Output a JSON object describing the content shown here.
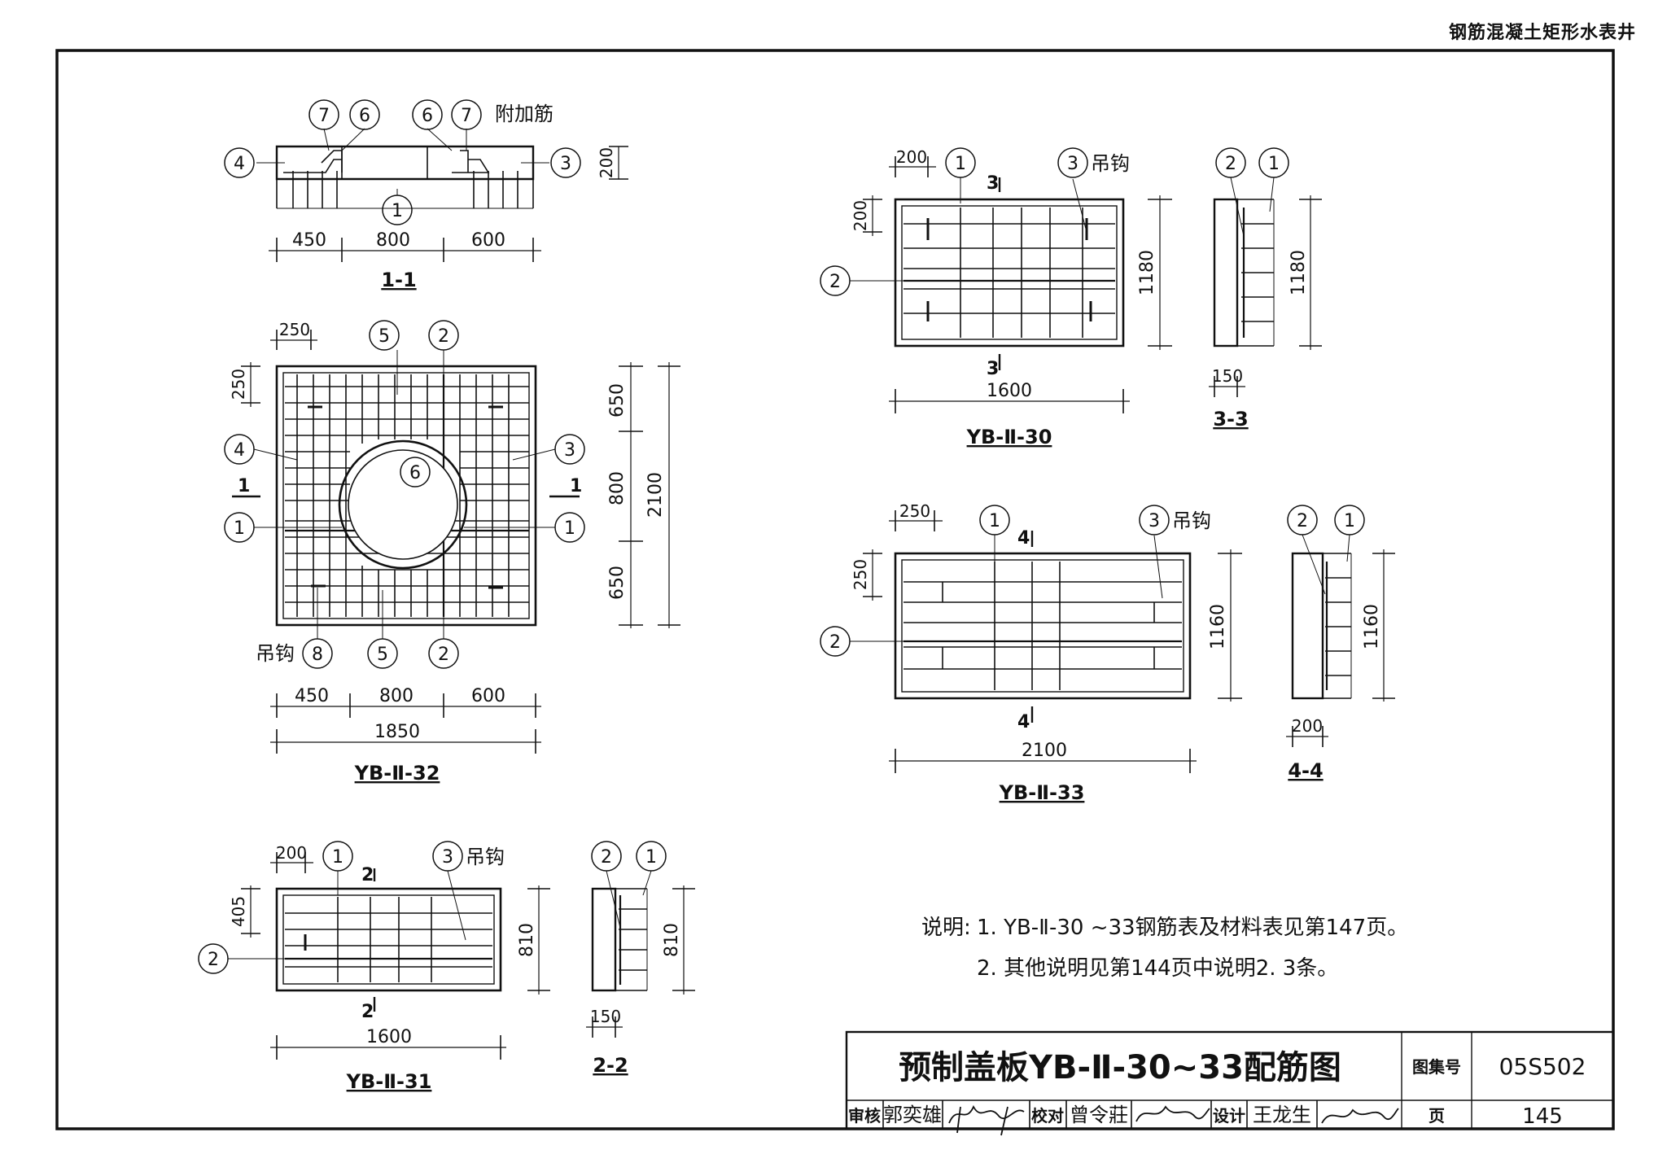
{
  "series_title": "钢筋混凝土矩形水表井",
  "notes": {
    "label": "说明:",
    "line1": "1. YB-Ⅱ-30 ~33钢筋表及材料表见第147页。",
    "line2": "2. 其他说明见第144页中说明2. 3条。"
  },
  "title_block": {
    "title": "预制盖板YB-Ⅱ-30~33配筋图",
    "atlas_label": "图集号",
    "atlas_no": "05S502",
    "page_label": "页",
    "page_no": "145",
    "review_label": "审核",
    "reviewer": "郭奕雄",
    "check_label": "校对",
    "checker": "曾令莊",
    "design_label": "设计",
    "designer": "王龙生"
  },
  "views": {
    "s11": {
      "caption": "1-1",
      "extra_rebar": "附加筋",
      "d1": "450",
      "d2": "800",
      "d3": "600",
      "h": "200",
      "m1": "7",
      "m2": "6",
      "m3": "6",
      "m4": "7",
      "m5": "4",
      "m6": "3",
      "m7": "1"
    },
    "yb32": {
      "caption": "YB-Ⅱ-32",
      "hook": "吊钩",
      "w1": "450",
      "w2": "800",
      "w3": "600",
      "wt": "1850",
      "h1": "650",
      "h2": "800",
      "h3": "650",
      "ht": "2100",
      "e1": "250",
      "e2": "250",
      "sec": "1",
      "m5": "5",
      "m2": "2",
      "m4": "4",
      "m3": "3",
      "m6": "6",
      "m1a": "1",
      "m1b": "1",
      "m8": "8",
      "m5b": "5",
      "m2b": "2"
    },
    "yb30": {
      "caption": "YB-Ⅱ-30",
      "hook": "吊钩",
      "w": "1600",
      "h": "1180",
      "e1": "200",
      "e2": "200",
      "sec": "3",
      "m1": "1",
      "m3": "3",
      "m2": "2"
    },
    "s33": {
      "caption": "3-3",
      "h": "1180",
      "t": "150",
      "m2": "2",
      "m1": "1"
    },
    "yb33": {
      "caption": "YB-Ⅱ-33",
      "hook": "吊钩",
      "w": "2100",
      "h": "1160",
      "e1": "250",
      "e2": "250",
      "sec": "4",
      "m1": "1",
      "m3": "3",
      "m2": "2"
    },
    "s44": {
      "caption": "4-4",
      "h": "1160",
      "t": "200",
      "m2": "2",
      "m1": "1"
    },
    "yb31": {
      "caption": "YB-Ⅱ-31",
      "hook": "吊钩",
      "w": "1600",
      "h": "810",
      "e1": "200",
      "e2": "405",
      "sec": "2",
      "m1": "1",
      "m3": "3",
      "m2": "2"
    },
    "s22": {
      "caption": "2-2",
      "h": "810",
      "t": "150",
      "m2": "2",
      "m1": "1"
    }
  }
}
